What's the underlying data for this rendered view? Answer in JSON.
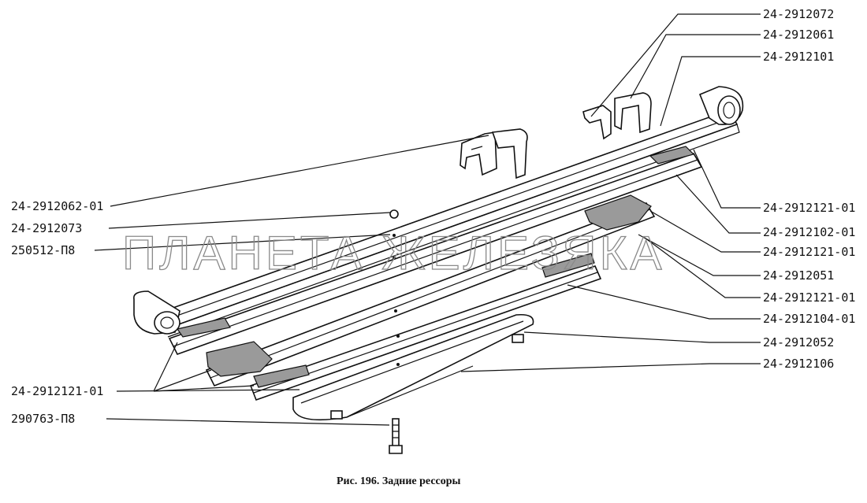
{
  "labels": {
    "r1": "24-2912072",
    "r2": "24-2912061",
    "r3": "24-2912101",
    "r4": "24-2912121-01",
    "r5": "24-2912102-01",
    "r6": "24-2912121-01",
    "r7": "24-2912051",
    "r8": "24-2912121-01",
    "r9": "24-2912104-01",
    "r10": "24-2912052",
    "r11": "24-2912106",
    "l1": "24-2912062-01",
    "l2": "24-2912073",
    "l3": "250512-П8",
    "l4": "24-2912121-01",
    "l5": "290763-П8"
  },
  "watermark": "ПЛАНЕТА ЖЕЛЕЗЯКА",
  "caption": "Рис. 196. Задние рессоры"
}
